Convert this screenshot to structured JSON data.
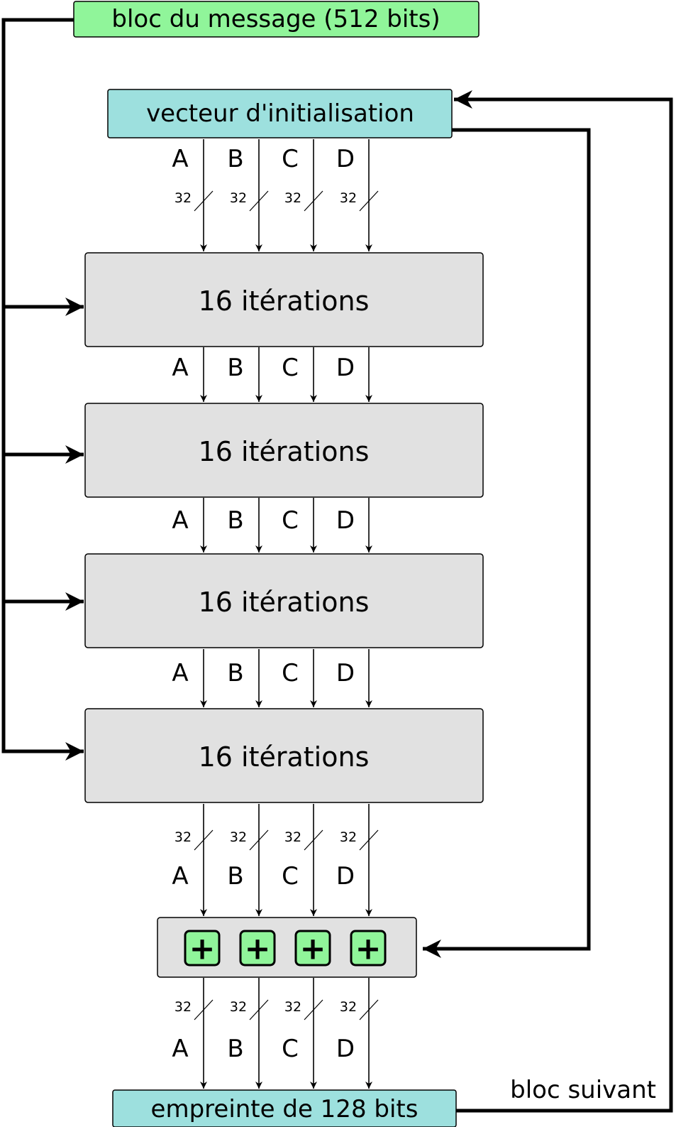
{
  "message_block": {
    "label": "bloc du message (512 bits)",
    "fill": "#90f59a"
  },
  "init_vector": {
    "label": "vecteur d'initialisation",
    "fill": "#9de0de"
  },
  "iteration_label": "16 itérations",
  "iteration_count": 4,
  "iteration_fill": "#e1e1e1",
  "registers": [
    "A",
    "B",
    "C",
    "D"
  ],
  "bit_width": "32",
  "adder": {
    "fill": "#e1e1e1",
    "plus_fill": "#90f59a",
    "symbol": "+"
  },
  "output": {
    "label": "empreinte de 128 bits",
    "fill": "#9de0de"
  },
  "feedback_label": "bloc suivant"
}
